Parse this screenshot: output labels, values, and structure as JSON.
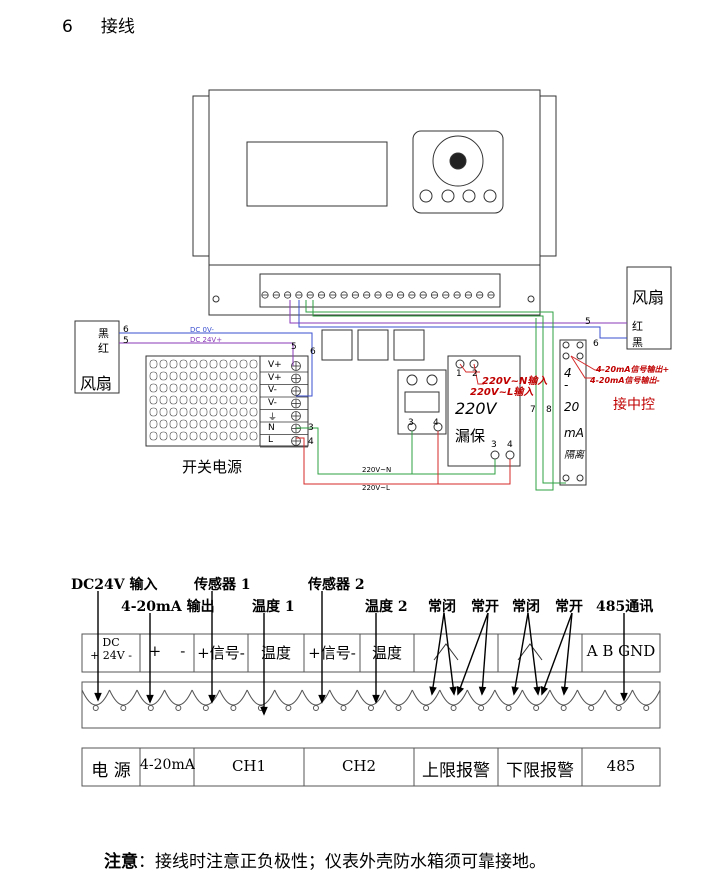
{
  "header": {
    "number": "6",
    "title": "接线"
  },
  "diagram": {
    "fan_left": {
      "title": "风扇",
      "black": "黑",
      "red": "红",
      "wire_black_no": "6",
      "wire_red_no": "5"
    },
    "fan_right": {
      "title": "风扇",
      "red": "红",
      "black": "黑",
      "wire_no_5": "5",
      "wire_no_6": "6"
    },
    "dc_labels": {
      "dc0": "DC 0V-",
      "dc24": "DC 24V+"
    },
    "psu": {
      "label": "开关电源",
      "terminals": [
        "V+",
        "V+",
        "V-",
        "V-",
        "⏚",
        "N",
        "L"
      ],
      "wire_n": "3",
      "wire_l": "4",
      "wire_v": "6",
      "wire_5": "5"
    },
    "socket": {
      "wire_3": "3",
      "wire_4": "4"
    },
    "leakage": {
      "voltage": "220V",
      "name": "漏保",
      "in1": "1",
      "in2": "2",
      "wire_3": "3",
      "wire_4": "4",
      "n_input": "220V~N输入",
      "l_input": "220V~L输入"
    },
    "ac_lines": {
      "n": "220V~N",
      "l": "220V~L"
    },
    "isolator": {
      "text": [
        "4",
        "-",
        "20",
        "mA",
        "隔离"
      ],
      "sig_out_plus": "4-20mA信号输出+",
      "sig_out_minus": "4-20mA信号输出-",
      "central": "接中控",
      "wire_7": "7",
      "wire_8": "8"
    },
    "wire_colors": {
      "purple": "#8a3ab9",
      "blue": "#3a4fd0",
      "green": "#2ea043",
      "red": "#d42a2a",
      "black": "#000000"
    }
  },
  "terminal_block": {
    "top_labels": {
      "dc24_in": "DC24V 输入",
      "ma_out": "4-20mA 输出",
      "sensor1": "传感器 1",
      "temp1": "温度 1",
      "sensor2": "传感器 2",
      "temp2": "温度 2",
      "nc1": "常闭",
      "no1": "常开",
      "nc2": "常闭",
      "no2": "常开",
      "rs485": "485通讯"
    },
    "header_cells": [
      "DC\n+ 24V -",
      "+    -",
      "+信号-",
      "温度",
      "+信号-",
      "温度",
      "",
      "",
      "A B GND"
    ],
    "bottom_cells": [
      "电 源",
      "4-20mA",
      "CH1",
      "CH2",
      "上限报警",
      "下限报警",
      "485"
    ]
  },
  "note": {
    "prefix": "注意",
    "text": "：接线时注意正负极性；仪表外壳防水箱须可靠接地。"
  }
}
